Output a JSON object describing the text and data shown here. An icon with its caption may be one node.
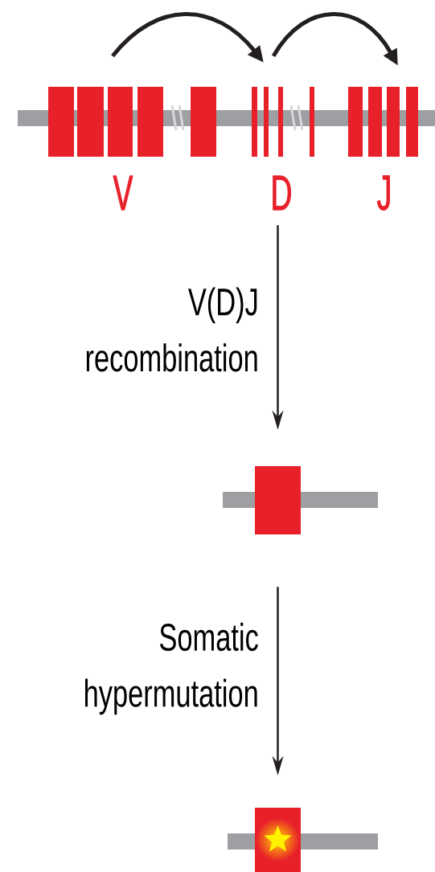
{
  "diagram": {
    "nodes": [
      {
        "text": [
          "V"
        ]
      },
      {
        "text": [
          "D"
        ]
      },
      {
        "text": [
          "J"
        ]
      },
      {
        "text": [],
        "shape": "box"
      },
      {
        "text": [],
        "shape": "box"
      }
    ],
    "edges": [
      {
        "from": 0,
        "to": 1,
        "arrow": "to",
        "style": "thick"
      },
      {
        "from": 1,
        "to": 2,
        "arrow": "to",
        "style": "thick"
      },
      {
        "from": 1,
        "to": 3,
        "arrow": "to",
        "label": "V(D)J recombination"
      },
      {
        "from": 3,
        "to": 4,
        "arrow": "to",
        "label": "Somatic hypermutation"
      }
    ]
  }
}
